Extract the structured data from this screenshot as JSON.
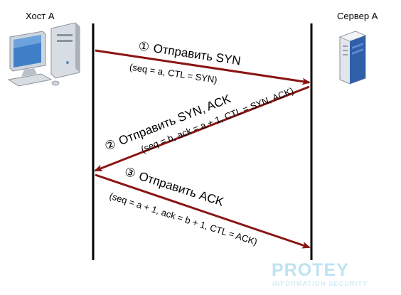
{
  "nodes": {
    "host_label": "Хост A",
    "server_label": "Сервер A"
  },
  "steps": [
    {
      "number": "①",
      "title": "Отправить SYN",
      "params": "(seq = a, CTL = SYN)"
    },
    {
      "number": "②",
      "title": "Отправить SYN, ACK",
      "params": "(seq = b, ack = a + 1, CTL = SYN, ACK)"
    },
    {
      "number": "③",
      "title": "Отправить ACK",
      "params": "(seq = a + 1, ack = b + 1, CTL = ACK)"
    }
  ],
  "watermark": {
    "brand": "PROTEY",
    "tagline": "INFORMATION SECURITY"
  },
  "colors": {
    "arrow": "#8b1414",
    "lifeline": "#000000",
    "watermark": "#bfe3f1"
  },
  "icons": {
    "host": "desktop-computer-icon",
    "server": "server-tower-icon"
  }
}
